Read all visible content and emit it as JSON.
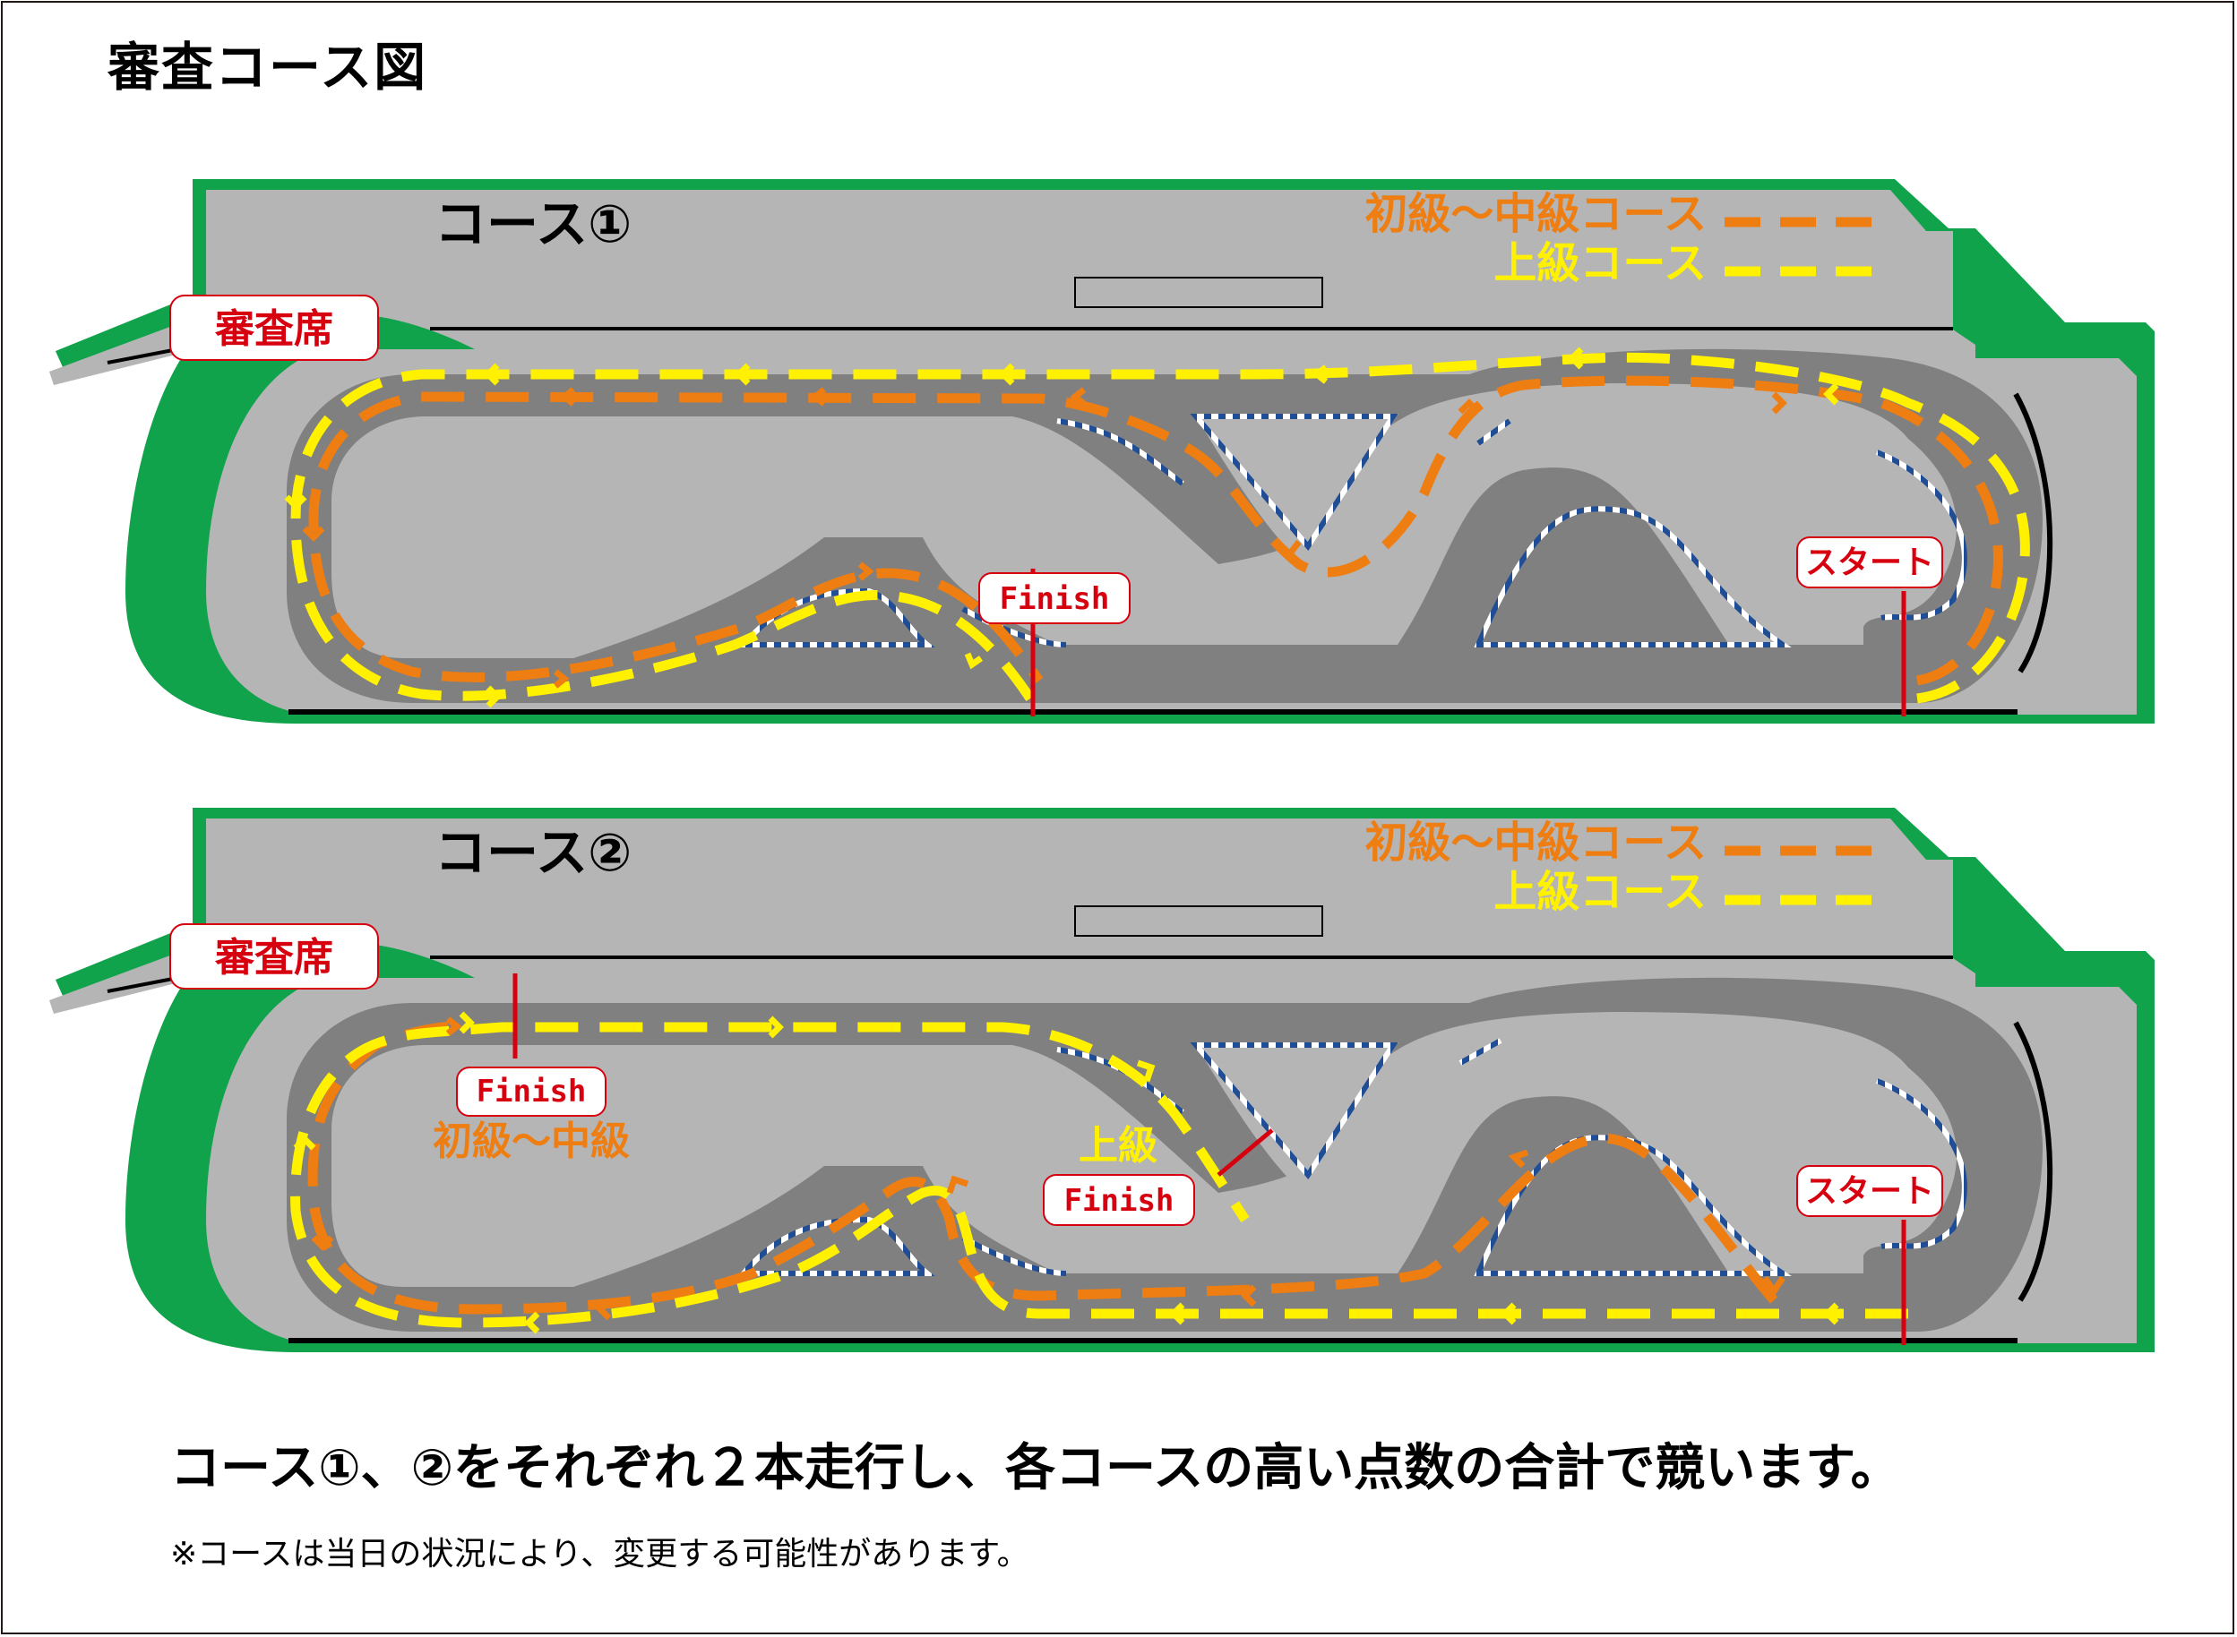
{
  "title": "審査コース図",
  "legend": {
    "beginner_intermediate": "初級〜中級コース",
    "advanced": "上級コース"
  },
  "colors": {
    "grass": "#10a34b",
    "floor": "#b5b5b5",
    "track": "#808080",
    "orange_line": "#ee7d12",
    "yellow_line": "#fff100",
    "finish_red": "#d7000f",
    "kerb_blue": "#1f4e96"
  },
  "courses": [
    {
      "name": "コース①",
      "judge_seat": "審査席",
      "start_label": "スタート",
      "finish_label": "Finish"
    },
    {
      "name": "コース②",
      "judge_seat": "審査席",
      "start_label": "スタート",
      "finish_beginner_label": "Finish",
      "finish_beginner_caption": "初級〜中級",
      "finish_advanced_caption": "上級",
      "finish_advanced_label": "Finish"
    }
  ],
  "footer": {
    "main": "コース①、②をそれぞれ２本走行し、各コースの高い点数の合計で競います。",
    "note": "※コースは当日の状況により、変更する可能性があります。"
  }
}
